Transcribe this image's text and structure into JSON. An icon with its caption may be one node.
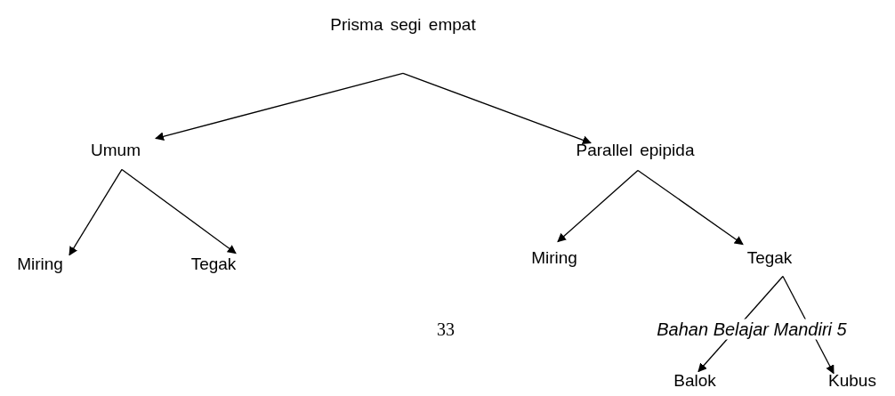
{
  "diagram": {
    "nodes": [
      {
        "text": [
          "Prisma segi empat"
        ]
      },
      {
        "text": [
          "Umum"
        ]
      },
      {
        "text": [
          "Parallel epipida"
        ]
      },
      {
        "text": [
          "Miring"
        ]
      },
      {
        "text": [
          "Tegak"
        ]
      },
      {
        "text": [
          "Miring"
        ]
      },
      {
        "text": [
          "Tegak"
        ]
      },
      {
        "text": [
          "Balok"
        ]
      },
      {
        "text": [
          "Kubus"
        ]
      }
    ],
    "edges": [
      {
        "from": 0,
        "to": 1,
        "arrow": "to"
      },
      {
        "from": 0,
        "to": 2,
        "arrow": "to"
      },
      {
        "from": 1,
        "to": 3,
        "arrow": "to"
      },
      {
        "from": 1,
        "to": 4,
        "arrow": "to"
      },
      {
        "from": 2,
        "to": 5,
        "arrow": "to"
      },
      {
        "from": 2,
        "to": 6,
        "arrow": "to"
      },
      {
        "from": 6,
        "to": 7,
        "arrow": "to"
      },
      {
        "from": 6,
        "to": 8,
        "arrow": "to"
      }
    ],
    "labels": [
      "33",
      "Bahan Belajar Mandiri 5"
    ]
  }
}
